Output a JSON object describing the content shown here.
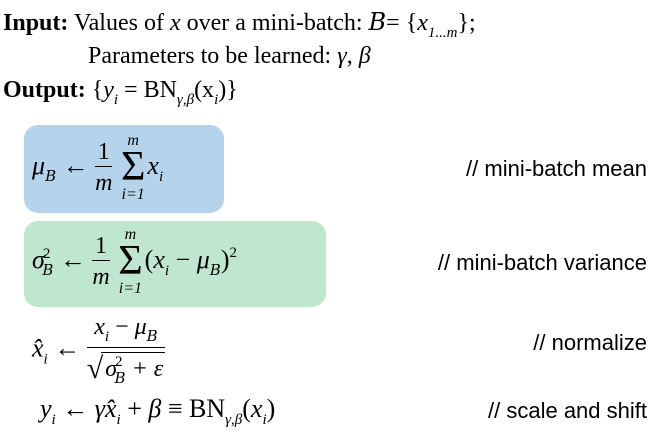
{
  "header": {
    "input_label": "Input:",
    "input_text_1": "Values of",
    "input_var": "x",
    "input_text_2": "over a mini-batch:",
    "batch_symbol": "B",
    "batch_eq": "= {",
    "batch_x": "x",
    "batch_sub": "1...m",
    "batch_end": "};",
    "params_text": "Parameters to be learned:",
    "gamma": "γ",
    "comma": ",",
    "beta": "β",
    "output_label": "Output:",
    "output_open": "{",
    "output_y": "y",
    "output_i": "i",
    "output_eq": " = BN",
    "output_sub": "γ,β",
    "output_arg": "(x",
    "output_arg_i": "i",
    "output_close": ")}"
  },
  "steps": [
    {
      "comment": "// mini-batch mean"
    },
    {
      "comment": "// mini-batch variance"
    },
    {
      "comment": "// normalize"
    },
    {
      "comment": "// scale and shift"
    }
  ],
  "math": {
    "mu": "μ",
    "calB": "B",
    "arrow": "←",
    "one": "1",
    "m": "m",
    "sigma_upper": "Σ",
    "i_eq_1": "i=1",
    "x": "x",
    "i": "i",
    "sigma": "σ",
    "two": "2",
    "open_paren": "(",
    "minus": " − ",
    "close_paren": ")",
    "xhat": "x̂",
    "plus_eps": " + ε",
    "gamma": "γ",
    "plus": " + ",
    "beta": "β",
    "equiv": " ≡ BN",
    "bn_sub": "γ,β",
    "y": "y"
  }
}
